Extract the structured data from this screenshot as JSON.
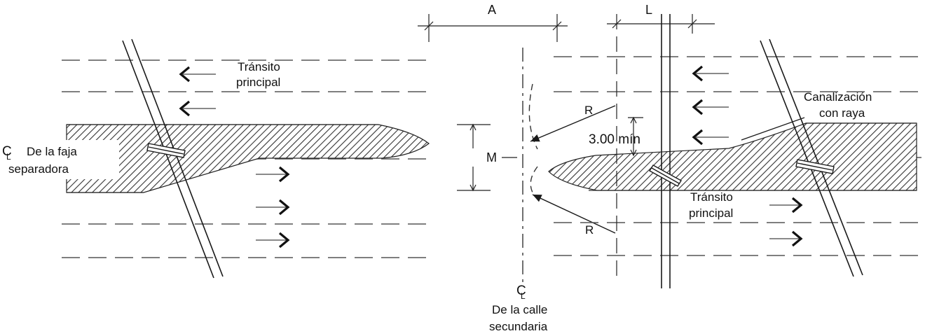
{
  "labels": {
    "transito_top_left": [
      "Tránsito",
      "principal"
    ],
    "faja_cl": "C",
    "faja_cl_sub": "L",
    "faja": [
      "De la faja",
      "separadora"
    ],
    "dim_a": "A",
    "dim_l": "L",
    "dim_m": "M",
    "radius_top": "R",
    "radius_bottom": "R",
    "min_width": "3.00 mín",
    "canalizacion": [
      "Canalización",
      "con raya"
    ],
    "transito_bottom_right": [
      "Tránsito",
      "principal"
    ],
    "calle_cl": "C",
    "calle_cl_sub": "L",
    "calle": [
      "De la calle",
      "secundaria"
    ]
  },
  "arrows": {
    "left_panel": [
      "←",
      "←",
      "→",
      "→",
      "→"
    ],
    "right_panel": [
      "←",
      "←",
      "←",
      "→",
      "→"
    ]
  },
  "colors": {
    "line": "#1a1a1a",
    "dash": "#555555",
    "hatch": "#333333"
  }
}
